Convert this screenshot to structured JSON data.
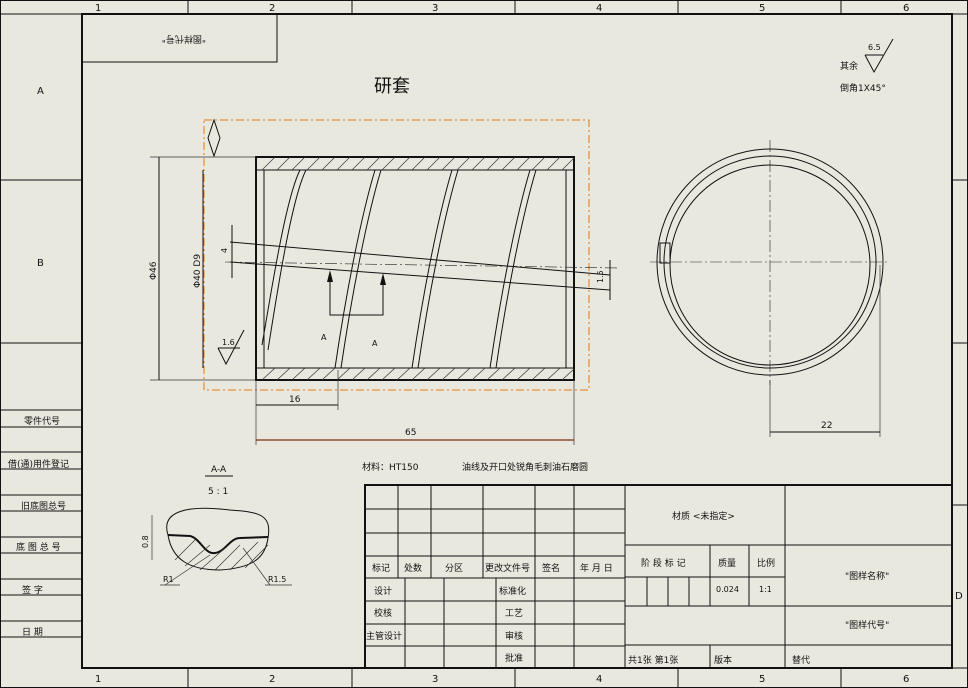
{
  "zones": {
    "columns": [
      "1",
      "2",
      "3",
      "4",
      "5",
      "6"
    ],
    "rows_left": [
      "A",
      "B"
    ],
    "rows_right": [
      "D"
    ]
  },
  "corner_box": {
    "text": "\"图样代号\""
  },
  "title": "研套",
  "roughness_note": {
    "label": "其余",
    "value": "6.5",
    "chamfer": "倒角1X45°"
  },
  "dimensions": {
    "outer_dia": "Φ46",
    "inner_dia": "Φ40 D9",
    "slot_width": "4",
    "slot_right": "1.5",
    "roughness_inner": "1.6",
    "section_mark_1": "A",
    "section_mark_2": "A",
    "pitch": "16",
    "length": "65",
    "gap": "22"
  },
  "section_view": {
    "title": "A-A",
    "scale": "5 : 1",
    "depth": "0.8",
    "r1": "R1",
    "r2": "R1.5"
  },
  "notes": {
    "material": "材料：HT150",
    "process": "油线及开口处锐角毛刺油石磨圆"
  },
  "left_column": [
    "零件代号",
    "借(通)用件登记",
    "旧底图总号",
    "底 图 总 号",
    "签    字",
    "日    期"
  ],
  "title_block": {
    "header_row": [
      "标记",
      "处数",
      "分区",
      "更改文件号",
      "签名",
      "年 月 日"
    ],
    "sign_rows": [
      {
        "left": "设计",
        "right": "标准化"
      },
      {
        "left": "校核",
        "right": "工艺"
      },
      {
        "left": "主管设计",
        "right": "审核"
      },
      {
        "left": "",
        "right": "批准"
      }
    ],
    "material": "材质 <未指定>",
    "stage_label": "阶 段 标 记",
    "mass_label": "质量",
    "scale_label": "比例",
    "mass": "0.024",
    "scale": "1:1",
    "drawing_name": "\"图样名称\"",
    "drawing_code": "\"图样代号\"",
    "sheets": "共1张  第1张",
    "version": "版本",
    "replace": "替代"
  }
}
